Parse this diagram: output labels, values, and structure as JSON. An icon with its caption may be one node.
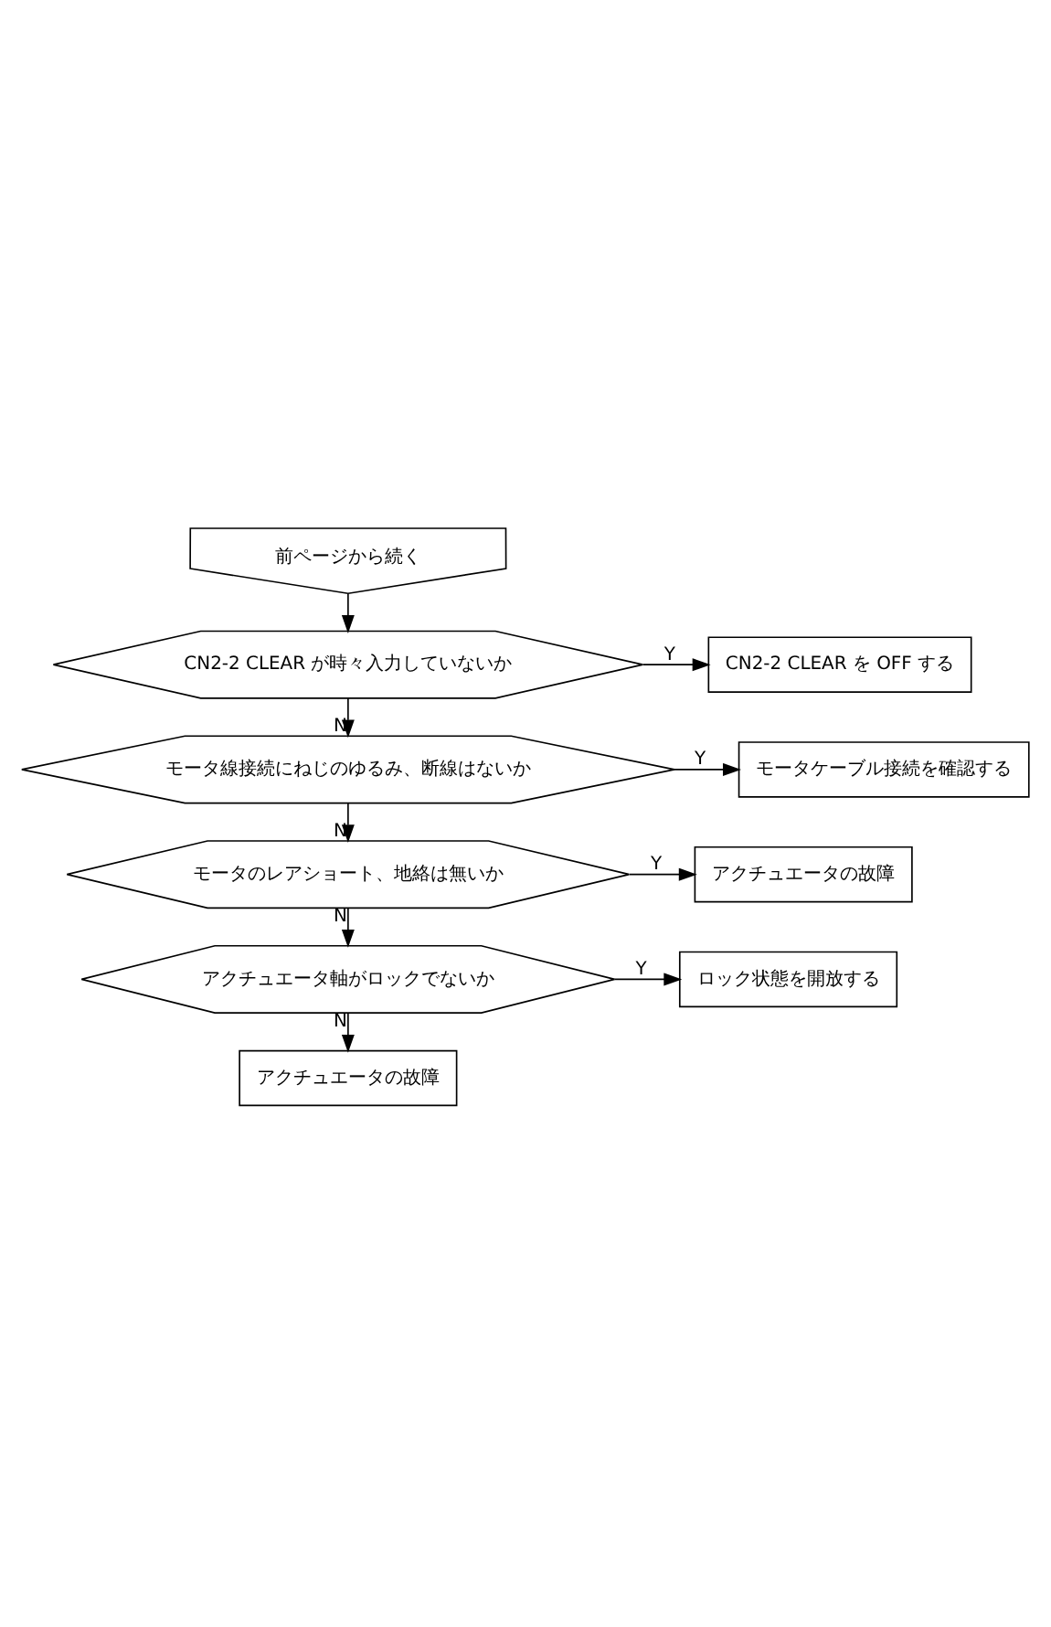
{
  "diagram": {
    "nodes": [
      {
        "text": [
          "前ページから続く"
        ]
      },
      {
        "text": [
          "CN2-2 CLEAR が時々入力していないか"
        ]
      },
      {
        "text": [
          "CN2-2 CLEAR を OFF する"
        ]
      },
      {
        "text": [
          "モータ線接続にねじのゆるみ、断線はないか"
        ]
      },
      {
        "text": [
          "モータケーブル接続を確認する"
        ]
      },
      {
        "text": [
          "モータのレアショート、地絡は無いか"
        ]
      },
      {
        "text": [
          "アクチュエータの故障"
        ]
      },
      {
        "text": [
          "アクチュエータ軸がロックでないか"
        ]
      },
      {
        "text": [
          "ロック状態を開放する"
        ]
      },
      {
        "text": [
          "アクチュエータの故障"
        ]
      }
    ],
    "edges": [
      {
        "from": 0,
        "to": 1,
        "arrow": "to"
      },
      {
        "from": 1,
        "to": 2,
        "arrow": "to",
        "label": "Y"
      },
      {
        "from": 1,
        "to": 3,
        "arrow": "to",
        "label": "N"
      },
      {
        "from": 3,
        "to": 4,
        "arrow": "to",
        "label": "Y"
      },
      {
        "from": 3,
        "to": 5,
        "arrow": "to",
        "label": "N"
      },
      {
        "from": 5,
        "to": 6,
        "arrow": "to",
        "label": "Y"
      },
      {
        "from": 5,
        "to": 7,
        "arrow": "to",
        "label": "N"
      },
      {
        "from": 7,
        "to": 8,
        "arrow": "to",
        "label": "Y"
      },
      {
        "from": 7,
        "to": 9,
        "arrow": "to",
        "label": "N"
      }
    ]
  }
}
